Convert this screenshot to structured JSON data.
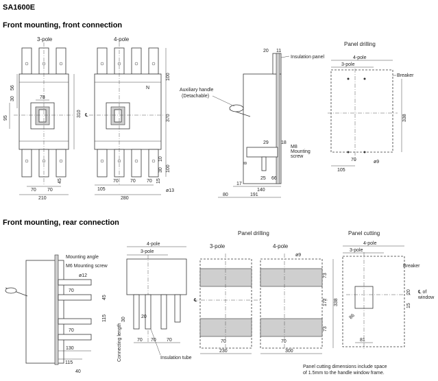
{
  "model": "SA1600E",
  "section_front": "Front mounting, front connection",
  "section_rear": "Front mounting, rear connection",
  "labels": {
    "three_pole": "3-pole",
    "four_pole": "4-pole",
    "panel_drilling": "Panel drilling",
    "panel_cutting": "Panel cutting",
    "insulation_panel": "Insulation panel",
    "breaker": "Breaker",
    "aux_handle_1": "Auxiliary handle",
    "aux_handle_2": "(Detachable)",
    "m8_mount_1": "M8",
    "m8_mount_2": "Mounting",
    "m8_mount_3": "screw",
    "mounting_angle": "Mounting angle",
    "m6_mounting": "M6 Mounting screw",
    "insulation_tube": "Insulation tube",
    "connecting_length": "Connecting length",
    "cl_of_window_1": "℄ of",
    "cl_of_window_2": "window",
    "note_1": "Panel cutting dimensions include space",
    "note_2": "of 1.5mm to the handle window frame.",
    "n_mark": "N",
    "cl": "℄"
  },
  "dims_front": {
    "d78": "78",
    "d30": "30",
    "d56": "56",
    "d95": "95",
    "d310": "310",
    "d70a": "70",
    "d70b": "70",
    "d45": "45",
    "d210": "210",
    "d100": "100",
    "d370": "370",
    "d10": "10",
    "d30b": "30",
    "d100b": "100",
    "d105": "105",
    "d70c": "70",
    "d70d": "70",
    "d70e": "70",
    "d15": "15",
    "d13": "ø13",
    "d280": "280",
    "d20": "20",
    "d11": "11",
    "d29": "29",
    "d18": "18",
    "d8": "8",
    "d17": "17",
    "d25": "25",
    "d66": "66",
    "d140": "140",
    "d80": "80",
    "d191": "191",
    "pd_4pole": "4-pole",
    "pd_3pole": "3-pole",
    "pd338": "338",
    "pd70": "70",
    "pd9": "ø9",
    "pd105": "105"
  },
  "dims_rear": {
    "r12": "ø12",
    "r70a": "70",
    "r45": "45",
    "r115": "115",
    "r70b": "70",
    "r130": "130",
    "r115b": "115",
    "r40": "40",
    "fp4": "4-pole",
    "fp3": "3-pole",
    "f30": "30",
    "f20": "20",
    "f70a": "70",
    "f70b": "70",
    "f70c": "70",
    "p70a": "70",
    "p230": "230",
    "p9": "ø9",
    "p73a": "73",
    "p172": "172",
    "p338": "338",
    "p73b": "73",
    "p70b": "70",
    "p300": "300",
    "c4": "4-pole",
    "c3": "3-pole",
    "c20": "20",
    "c15": "15",
    "c86": "86",
    "c81": "81"
  }
}
